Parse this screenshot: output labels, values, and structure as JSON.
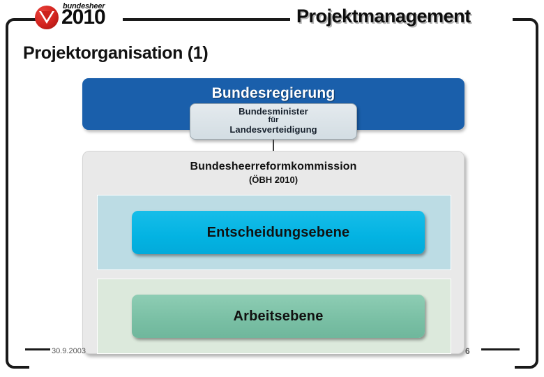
{
  "header": {
    "logo": {
      "brand_word": "bundesheer",
      "year": "2010",
      "emblem_icon": "austrian-armed-forces-triangle-emblem"
    },
    "title": "Projektmanagement"
  },
  "slide": {
    "title": "Projektorganisation (1)",
    "diagram": {
      "government_box": {
        "label": "Bundesregierung",
        "color": "#1a5fab",
        "text_color": "#ffffff"
      },
      "minister_box": {
        "line1": "Bundesminister",
        "line2": "für",
        "line3": "Landesverteidigung",
        "color": "#d9e2e8"
      },
      "commission_panel": {
        "title": "Bundesheerreformkommission",
        "subtitle": "(ÖBH 2010)",
        "color": "#e9e9e9",
        "levels": [
          {
            "panel_name": "decision-level",
            "label": "Entscheidungsebene",
            "box_color": "#03b3e2",
            "panel_color": "#bcdce4"
          },
          {
            "panel_name": "work-level",
            "label": "Arbeitsebene",
            "box_color": "#79bfa4",
            "panel_color": "#dce9dc"
          }
        ]
      }
    }
  },
  "footer": {
    "date": "30.9.2003",
    "page_number": "6"
  }
}
